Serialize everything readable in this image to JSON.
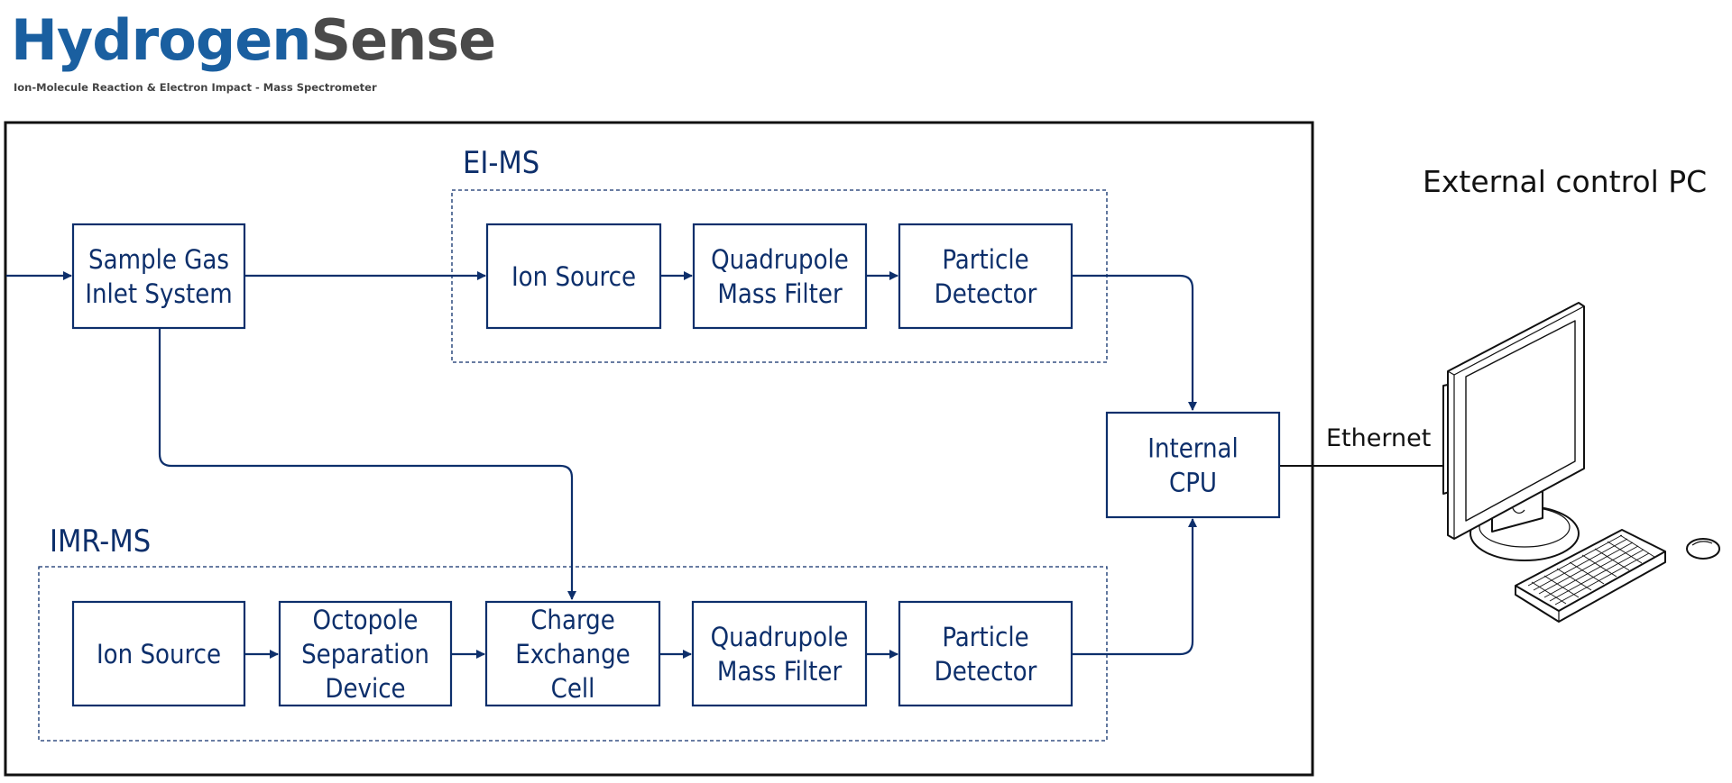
{
  "header": {
    "logo_part1": "Hydrogen",
    "logo_part2": "Sense",
    "subtitle": "Ion-Molecule Reaction & Electron Impact - Mass Spectrometer"
  },
  "colors": {
    "diagram_blue": "#0d2f6b",
    "logo_blue": "#1a5fa0",
    "logo_gray": "#4a4a4a",
    "outline_black": "#111111"
  },
  "groups": {
    "ei_ms": "EI-MS",
    "imr_ms": "IMR-MS"
  },
  "blocks": {
    "inlet": [
      "Sample Gas",
      "Inlet System"
    ],
    "ei_ion_source": [
      "Ion Source"
    ],
    "ei_quadrupole": [
      "Quadrupole",
      "Mass Filter"
    ],
    "ei_detector": [
      "Particle",
      "Detector"
    ],
    "cpu": [
      "Internal",
      "CPU"
    ],
    "imr_ion_source": [
      "Ion Source"
    ],
    "imr_octopole": [
      "Octopole",
      "Separation",
      "Device"
    ],
    "imr_charge": [
      "Charge",
      "Exchange",
      "Cell"
    ],
    "imr_quadrupole": [
      "Quadrupole",
      "Mass Filter"
    ],
    "imr_detector": [
      "Particle",
      "Detector"
    ]
  },
  "external": {
    "title": "External control PC",
    "link_label": "Ethernet"
  }
}
